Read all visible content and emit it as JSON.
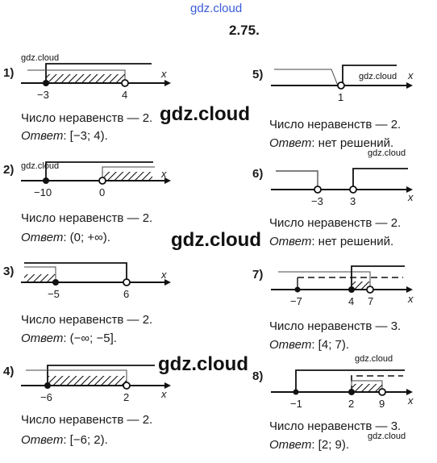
{
  "title": "2.75.",
  "watermarks": {
    "top": "gdz.cloud",
    "small": "gdz.cloud",
    "big": "gdz.cloud"
  },
  "axis_label": "x",
  "count_prefix": "Число неравенств — ",
  "answer_label": "Ответ",
  "problems": [
    {
      "num": "1)",
      "ticks": [
        "−3",
        "4"
      ],
      "count": "2.",
      "answer": ": [−3; 4)."
    },
    {
      "num": "2)",
      "ticks": [
        "−10",
        "0"
      ],
      "count": "2.",
      "answer": ": (0; +∞)."
    },
    {
      "num": "3)",
      "ticks": [
        "−5",
        "6"
      ],
      "count": "2.",
      "answer": ": (−∞; −5]."
    },
    {
      "num": "4)",
      "ticks": [
        "−6",
        "2"
      ],
      "count": "2.",
      "answer": ": [−6; 2)."
    },
    {
      "num": "5)",
      "ticks": [
        "1"
      ],
      "count": "2.",
      "answer": ": нет решений."
    },
    {
      "num": "6)",
      "ticks": [
        "−3",
        "3"
      ],
      "count": "2.",
      "answer": ": нет решений."
    },
    {
      "num": "7)",
      "ticks": [
        "−7",
        "4",
        "7"
      ],
      "count": "3.",
      "answer": ": [4; 7)."
    },
    {
      "num": "8)",
      "ticks": [
        "−1",
        "2",
        "9"
      ],
      "count": "3.",
      "answer": ": [2; 9)."
    }
  ]
}
